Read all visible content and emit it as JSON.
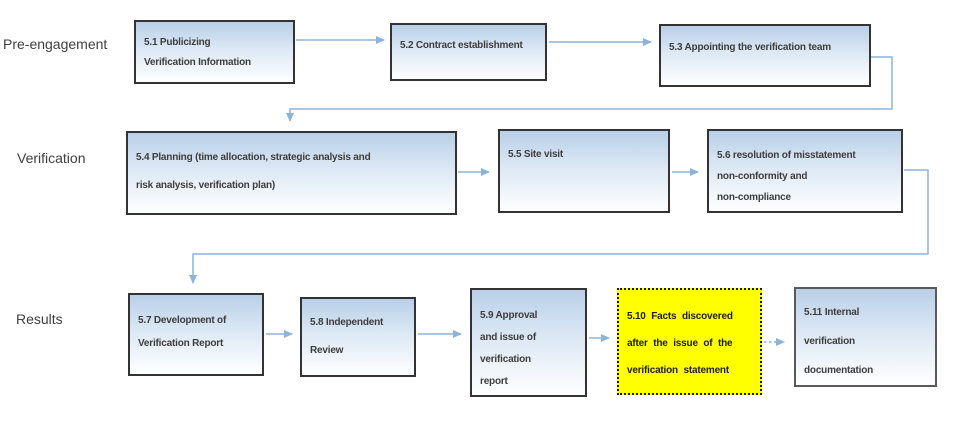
{
  "rows": [
    {
      "label": "Pre-engagement"
    },
    {
      "label": "Verification"
    },
    {
      "label": "Results"
    }
  ],
  "boxes": [
    {
      "id": "5.1",
      "lines": [
        "5.1 Publicizing",
        "Verification Information"
      ],
      "highlight": false
    },
    {
      "id": "5.2",
      "lines": [
        "5.2 Contract establishment"
      ],
      "highlight": false
    },
    {
      "id": "5.3",
      "lines": [
        "5.3 Appointing the verification team"
      ],
      "highlight": false
    },
    {
      "id": "5.4",
      "lines": [
        "5.4 Planning (time allocation, strategic analysis and",
        "risk analysis, verification plan)"
      ],
      "highlight": false
    },
    {
      "id": "5.5",
      "lines": [
        "5.5 Site visit"
      ],
      "highlight": false
    },
    {
      "id": "5.6",
      "lines": [
        "5.6 resolution of misstatement",
        "non-conformity and",
        "non-compliance"
      ],
      "highlight": false
    },
    {
      "id": "5.7",
      "lines": [
        "5.7 Development of",
        "Verification Report"
      ],
      "highlight": false
    },
    {
      "id": "5.8",
      "lines": [
        "5.8 Independent",
        "Review"
      ],
      "highlight": false
    },
    {
      "id": "5.9",
      "lines": [
        "5.9 Approval",
        "and issue of",
        "verification",
        "report"
      ],
      "highlight": false
    },
    {
      "id": "5.10",
      "lines": [
        "5.10 Facts discovered",
        "after the issue of the",
        "verification statement"
      ],
      "highlight": true
    },
    {
      "id": "5.11",
      "lines": [
        "5.11 Internal",
        "verification",
        "documentation"
      ],
      "highlight": false
    }
  ],
  "colors": {
    "box_gradient_top": "#b9cfe8",
    "box_gradient_bottom": "#ffffff",
    "box_border": "#333333",
    "box_border_light": "#595959",
    "highlight_fill": "#ffff00",
    "highlight_border": "#1a1a1a",
    "connector": "#8eb3d9",
    "text": "#3d3d3d",
    "label_text": "#3f3f3f"
  }
}
